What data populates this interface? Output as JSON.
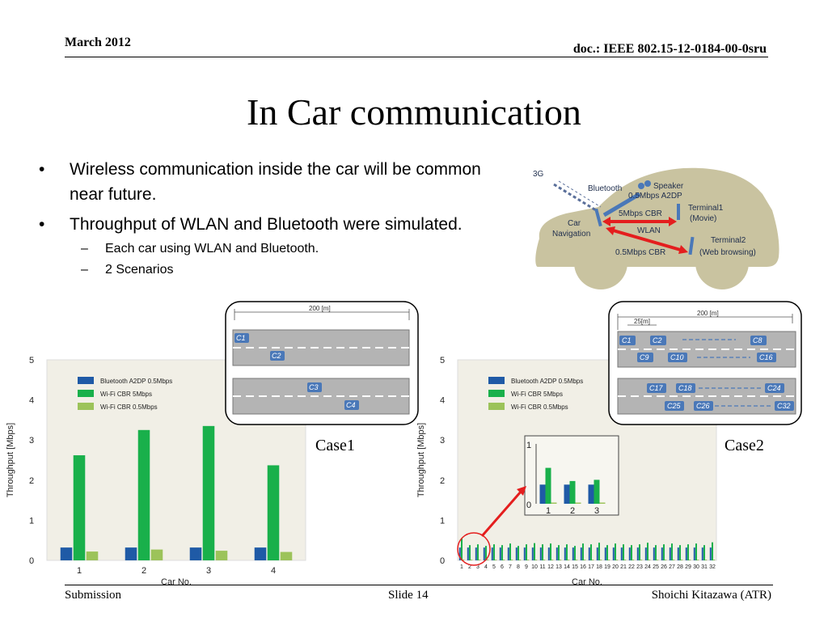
{
  "header": {
    "date": "March 2012",
    "doc": "doc.: IEEE 802.15-12-0184-00-0sru"
  },
  "title": "In Car communication",
  "bullets": [
    {
      "text": "Wireless communication inside the car will be common near future.",
      "sub": []
    },
    {
      "text": "Throughput of WLAN and Bluetooth were simulated.",
      "sub": [
        "Each car using WLAN and Bluetooth.",
        "2 Scenarios"
      ]
    }
  ],
  "car_diagram": {
    "labels": {
      "g3": "3G",
      "bluetooth": "Bluetooth",
      "speaker": "Speaker",
      "a2dp": "0.5Mbps A2DP",
      "cbr5": "5Mbps CBR",
      "terminal1": "Terminal1",
      "movie": "(Movie)",
      "car": "Car",
      "navigation": "Navigation",
      "wlan": "WLAN",
      "terminal2": "Terminal2",
      "cbr05": "0.5Mbps CBR",
      "web": "(Web browsing)"
    },
    "colors": {
      "body": "#c9c3a0",
      "arrow": "#e41e1e",
      "device": "#4a78b8"
    }
  },
  "case1": {
    "label": "Case1",
    "distance": "200 [m]",
    "cars": [
      "C1",
      "C2",
      "C3",
      "C4"
    ]
  },
  "case2": {
    "label": "Case2",
    "distance": "200 [m]",
    "spacing": "25[m]",
    "cars": [
      "C1",
      "C2",
      "C8",
      "C9",
      "C10",
      "C16",
      "C17",
      "C18",
      "C24",
      "C25",
      "C26",
      "C32"
    ]
  },
  "chart_data": [
    {
      "type": "bar",
      "categories": [
        "1",
        "2",
        "3",
        "4"
      ],
      "series": [
        {
          "name": "Bluetooth A2DP 0.5Mbps",
          "values": [
            0.32,
            0.32,
            0.32,
            0.32
          ],
          "color": "#1f5aa6"
        },
        {
          "name": "Wi-Fi CBR 5Mbps",
          "values": [
            2.62,
            3.25,
            3.35,
            2.37
          ],
          "color": "#19b04b"
        },
        {
          "name": "Wi-Fi CBR 0.5Mbps",
          "values": [
            0.22,
            0.27,
            0.24,
            0.21
          ],
          "color": "#9cc35a"
        }
      ],
      "xlabel": "Car No.",
      "ylabel": "Throughput [Mbps]",
      "ylim": [
        0,
        5
      ],
      "yticks": [
        "0",
        "1",
        "2",
        "3",
        "4",
        "5"
      ]
    },
    {
      "type": "bar",
      "categories": [
        "1",
        "2",
        "3",
        "4",
        "5",
        "6",
        "7",
        "8",
        "9",
        "10",
        "11",
        "12",
        "13",
        "14",
        "15",
        "16",
        "17",
        "18",
        "19",
        "20",
        "21",
        "22",
        "23",
        "24",
        "25",
        "26",
        "27",
        "28",
        "29",
        "30",
        "31",
        "32"
      ],
      "series": [
        {
          "name": "Bluetooth A2DP 0.5Mbps",
          "values": [
            0.32,
            0.32,
            0.32,
            0.32,
            0.32,
            0.32,
            0.32,
            0.32,
            0.32,
            0.32,
            0.32,
            0.32,
            0.32,
            0.32,
            0.32,
            0.32,
            0.32,
            0.32,
            0.32,
            0.32,
            0.32,
            0.32,
            0.32,
            0.32,
            0.32,
            0.32,
            0.32,
            0.32,
            0.32,
            0.32,
            0.32,
            0.32
          ],
          "color": "#1f5aa6"
        },
        {
          "name": "Wi-Fi CBR 5Mbps",
          "values": [
            0.55,
            0.38,
            0.4,
            0.36,
            0.4,
            0.38,
            0.42,
            0.36,
            0.4,
            0.43,
            0.4,
            0.42,
            0.38,
            0.4,
            0.36,
            0.42,
            0.4,
            0.44,
            0.38,
            0.42,
            0.4,
            0.38,
            0.4,
            0.44,
            0.38,
            0.4,
            0.42,
            0.38,
            0.4,
            0.42,
            0.38,
            0.45
          ],
          "color": "#19b04b"
        },
        {
          "name": "Wi-Fi CBR 0.5Mbps",
          "values": [
            0.02,
            0.02,
            0.02,
            0.02,
            0.02,
            0.02,
            0.02,
            0.02,
            0.02,
            0.02,
            0.02,
            0.02,
            0.02,
            0.02,
            0.02,
            0.02,
            0.02,
            0.02,
            0.02,
            0.02,
            0.02,
            0.02,
            0.02,
            0.02,
            0.02,
            0.02,
            0.02,
            0.02,
            0.02,
            0.02,
            0.02,
            0.02
          ],
          "color": "#9cc35a"
        }
      ],
      "xlabel": "Car No.",
      "ylabel": "Throughput [Mbps]",
      "ylim": [
        0,
        5
      ],
      "yticks": [
        "0",
        "1",
        "2",
        "3",
        "4",
        "5"
      ],
      "inset": {
        "categories": [
          "1",
          "2",
          "3"
        ],
        "ylim": [
          0,
          1
        ],
        "yticks": [
          "0",
          "1"
        ],
        "values": [
          [
            0.32,
            0.32,
            0.32
          ],
          [
            0.6,
            0.38,
            0.4
          ],
          [
            0.02,
            0.02,
            0.02
          ]
        ]
      }
    }
  ],
  "footer": {
    "left": "Submission",
    "center": "Slide 14",
    "right": "Shoichi Kitazawa (ATR)"
  }
}
